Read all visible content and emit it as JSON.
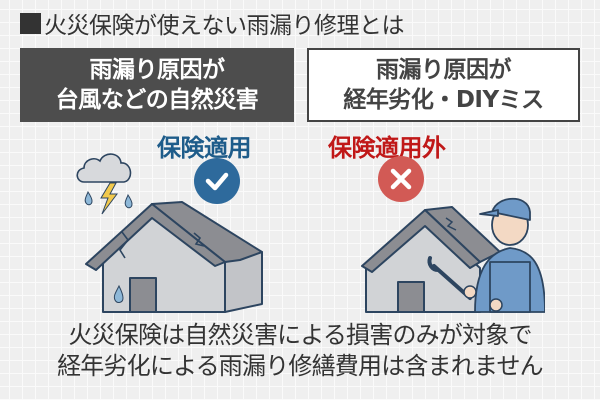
{
  "title": {
    "marker": "■",
    "text": "火災保険が使えない雨漏り修理とは"
  },
  "covered": {
    "box_line1": "雨漏り原因が",
    "box_line2": "台風などの自然災害",
    "label": "保険適用",
    "badge_icon": "check-icon",
    "color": "#2e6a9c",
    "illustration": "storm-damaged-house"
  },
  "not_covered": {
    "box_line1": "雨漏り原因が",
    "box_line2": "経年劣化・DIYミス",
    "label": "保険適用外",
    "badge_icon": "cross-icon",
    "color": "#d25a55",
    "illustration": "worker-with-wrench-and-aging-house"
  },
  "footer": {
    "line1": "火災保険は自然災害による損害のみが対象で",
    "line2": "経年劣化による雨漏り修繕費用は含まれません"
  }
}
